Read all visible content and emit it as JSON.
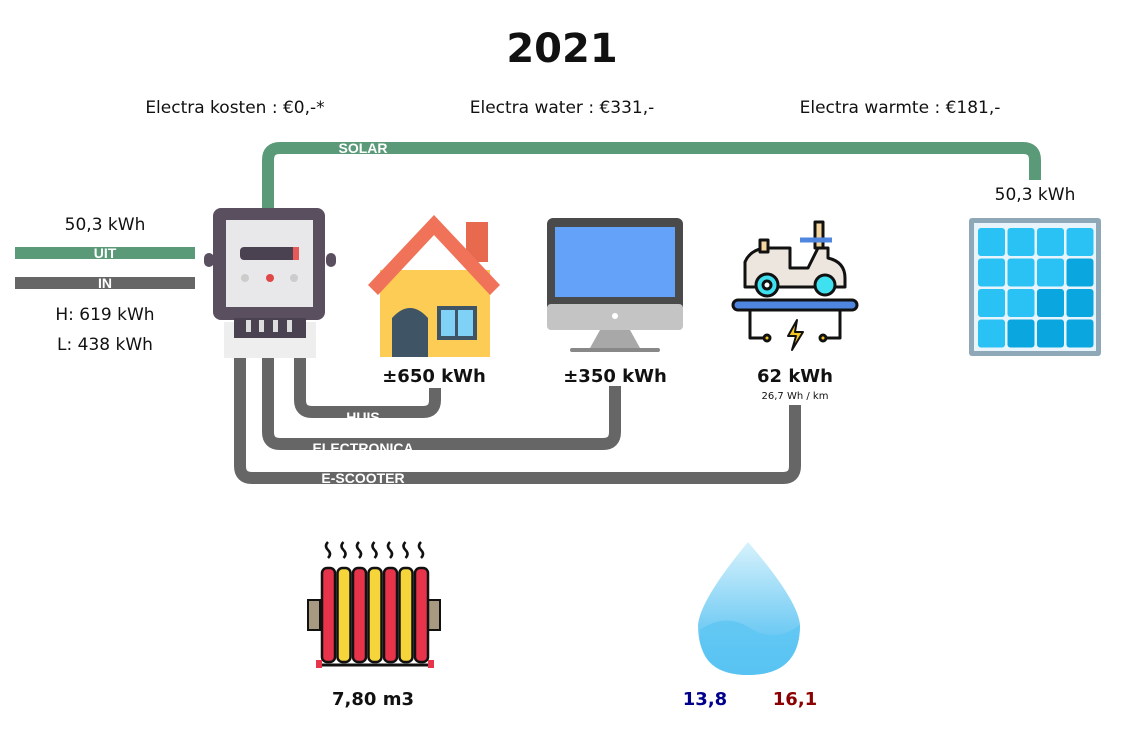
{
  "title": "2021",
  "costs": {
    "electra_kosten": "Electra kosten : €0,-*",
    "electra_water": "Electra water : €331,-",
    "electra_warmte": "Electra warmte : €181,-"
  },
  "grid": {
    "export_kwh": "50,3 kWh",
    "uit_label": "UIT",
    "in_label": "IN",
    "high_tariff": "H: 619 kWh",
    "low_tariff": "L: 438 kWh"
  },
  "solar": {
    "line_label": "SOLAR",
    "production": "50,3 kWh"
  },
  "consumers": {
    "huis": {
      "line_label": "HUIS",
      "value": "±650 kWh"
    },
    "electronica": {
      "line_label": "ELECTRONICA",
      "value": "±350 kWh"
    },
    "escooter": {
      "line_label": "E-SCOOTER",
      "value": "62 kWh",
      "efficiency": "26,7 Wh / km"
    }
  },
  "heating": {
    "value": "7,80 m3"
  },
  "water": {
    "value_cold": "13,8",
    "value_warm": "16,1"
  },
  "colors": {
    "green": "#5a9a78",
    "gray": "#666666",
    "cold": "#00008b",
    "warm": "#8b0000"
  }
}
